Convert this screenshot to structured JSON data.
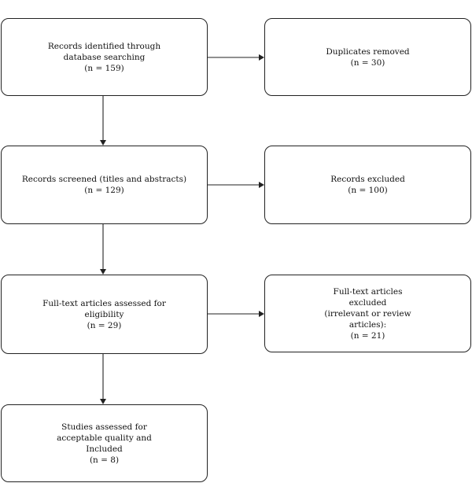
{
  "flowchart": {
    "identified": {
      "lines": [
        "Records identified through",
        "database searching",
        "(n = 159)"
      ]
    },
    "duplicates": {
      "lines": [
        "Duplicates removed",
        "(n = 30)"
      ]
    },
    "screened": {
      "lines": [
        "Records screened (titles and abstracts)",
        "(n = 129)"
      ]
    },
    "excluded_records": {
      "lines": [
        "Records excluded",
        "(n = 100)"
      ]
    },
    "fulltext": {
      "lines": [
        "Full-text articles assessed for",
        "eligibility",
        "(n = 29)"
      ]
    },
    "excluded_fulltext": {
      "lines": [
        "Full-text articles",
        "excluded",
        "(irrelevant or review",
        "articles):",
        "(n = 21)"
      ]
    },
    "included": {
      "lines": [
        "Studies assessed for",
        "acceptable quality and",
        "Included",
        "(n = 8)"
      ]
    }
  }
}
